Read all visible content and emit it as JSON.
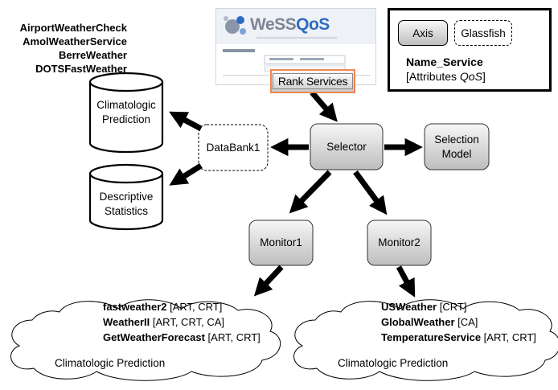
{
  "top_left_services": [
    "AirportWeatherCheck",
    "AmolWeatherService",
    "BerreWeather",
    "DOTSFastWeather"
  ],
  "screenshot": {
    "logo_text_1": "WeSS",
    "logo_text_2": "QoS",
    "rank_button": "Rank Services"
  },
  "legend": {
    "axis": "Axis",
    "glassfish": "Glassfish",
    "name_service": "Name_Service",
    "attributes_prefix": "[Attributes ",
    "attributes_qos": "QoS",
    "attributes_suffix": "]"
  },
  "nodes": {
    "climatologic_prediction_db": "Climatologic Prediction",
    "descriptive_statistics_db": "Descriptive Statistics",
    "databank": "DataBank1",
    "selector": "Selector",
    "selection_model": "Selection Model",
    "monitor1": "Monitor1",
    "monitor2": "Monitor2"
  },
  "cloud_left": {
    "label": "Climatologic Prediction",
    "services": [
      {
        "name": "fastweather2",
        "attrs": " [ART, CRT]"
      },
      {
        "name": "WeatherII",
        "attrs": " [ART, CRT, CA]"
      },
      {
        "name": "GetWeatherForecast",
        "attrs": " [ART, CRT]"
      }
    ]
  },
  "cloud_right": {
    "label": "Climatologic Prediction",
    "services": [
      {
        "name": "USWeather",
        "attrs": " [CRT]"
      },
      {
        "name": "GlobalWeather",
        "attrs": " [CA]"
      },
      {
        "name": "TemperatureService",
        "attrs": " [ART, CRT]"
      }
    ]
  },
  "colors": {
    "node_fill_top": "#f7f7f7",
    "node_fill_bottom": "#bdbdbd",
    "arrow": "#000000",
    "rank_border": "#f0874f"
  }
}
